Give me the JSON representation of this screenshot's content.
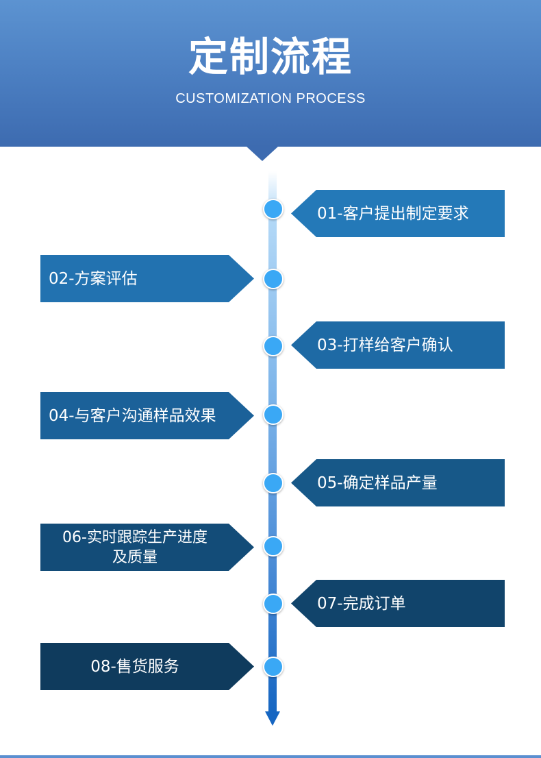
{
  "header": {
    "title": "定制流程",
    "subtitle": "CUSTOMIZATION PROCESS",
    "gradient_top": "#5c93d1",
    "gradient_bottom": "#3d6bb0"
  },
  "timeline": {
    "dot_color": "#3aa8f5",
    "line_start_color": "#b4d9f7",
    "line_end_color": "#1666c2"
  },
  "steps": [
    {
      "number": "01",
      "label": "01-客户提出制定要求",
      "side": "right",
      "color": "#2479b8"
    },
    {
      "number": "02",
      "label": "02-方案评估",
      "side": "left",
      "color": "#2272b0"
    },
    {
      "number": "03",
      "label": "03-打样给客户确认",
      "side": "right",
      "color": "#1e6aa5"
    },
    {
      "number": "04",
      "label": "04-与客户沟通样品效果",
      "side": "left",
      "color": "#1b6199"
    },
    {
      "number": "05",
      "label": "05-确定样品产量",
      "side": "right",
      "color": "#175888"
    },
    {
      "number": "06",
      "label": "06-实时跟踪生产进度\n及质量",
      "side": "left",
      "color": "#134c78"
    },
    {
      "number": "07",
      "label": "07-完成订单",
      "side": "right",
      "color": "#11446b"
    },
    {
      "number": "08",
      "label": "08-售货服务",
      "side": "left",
      "color": "#0f3b5d"
    }
  ]
}
